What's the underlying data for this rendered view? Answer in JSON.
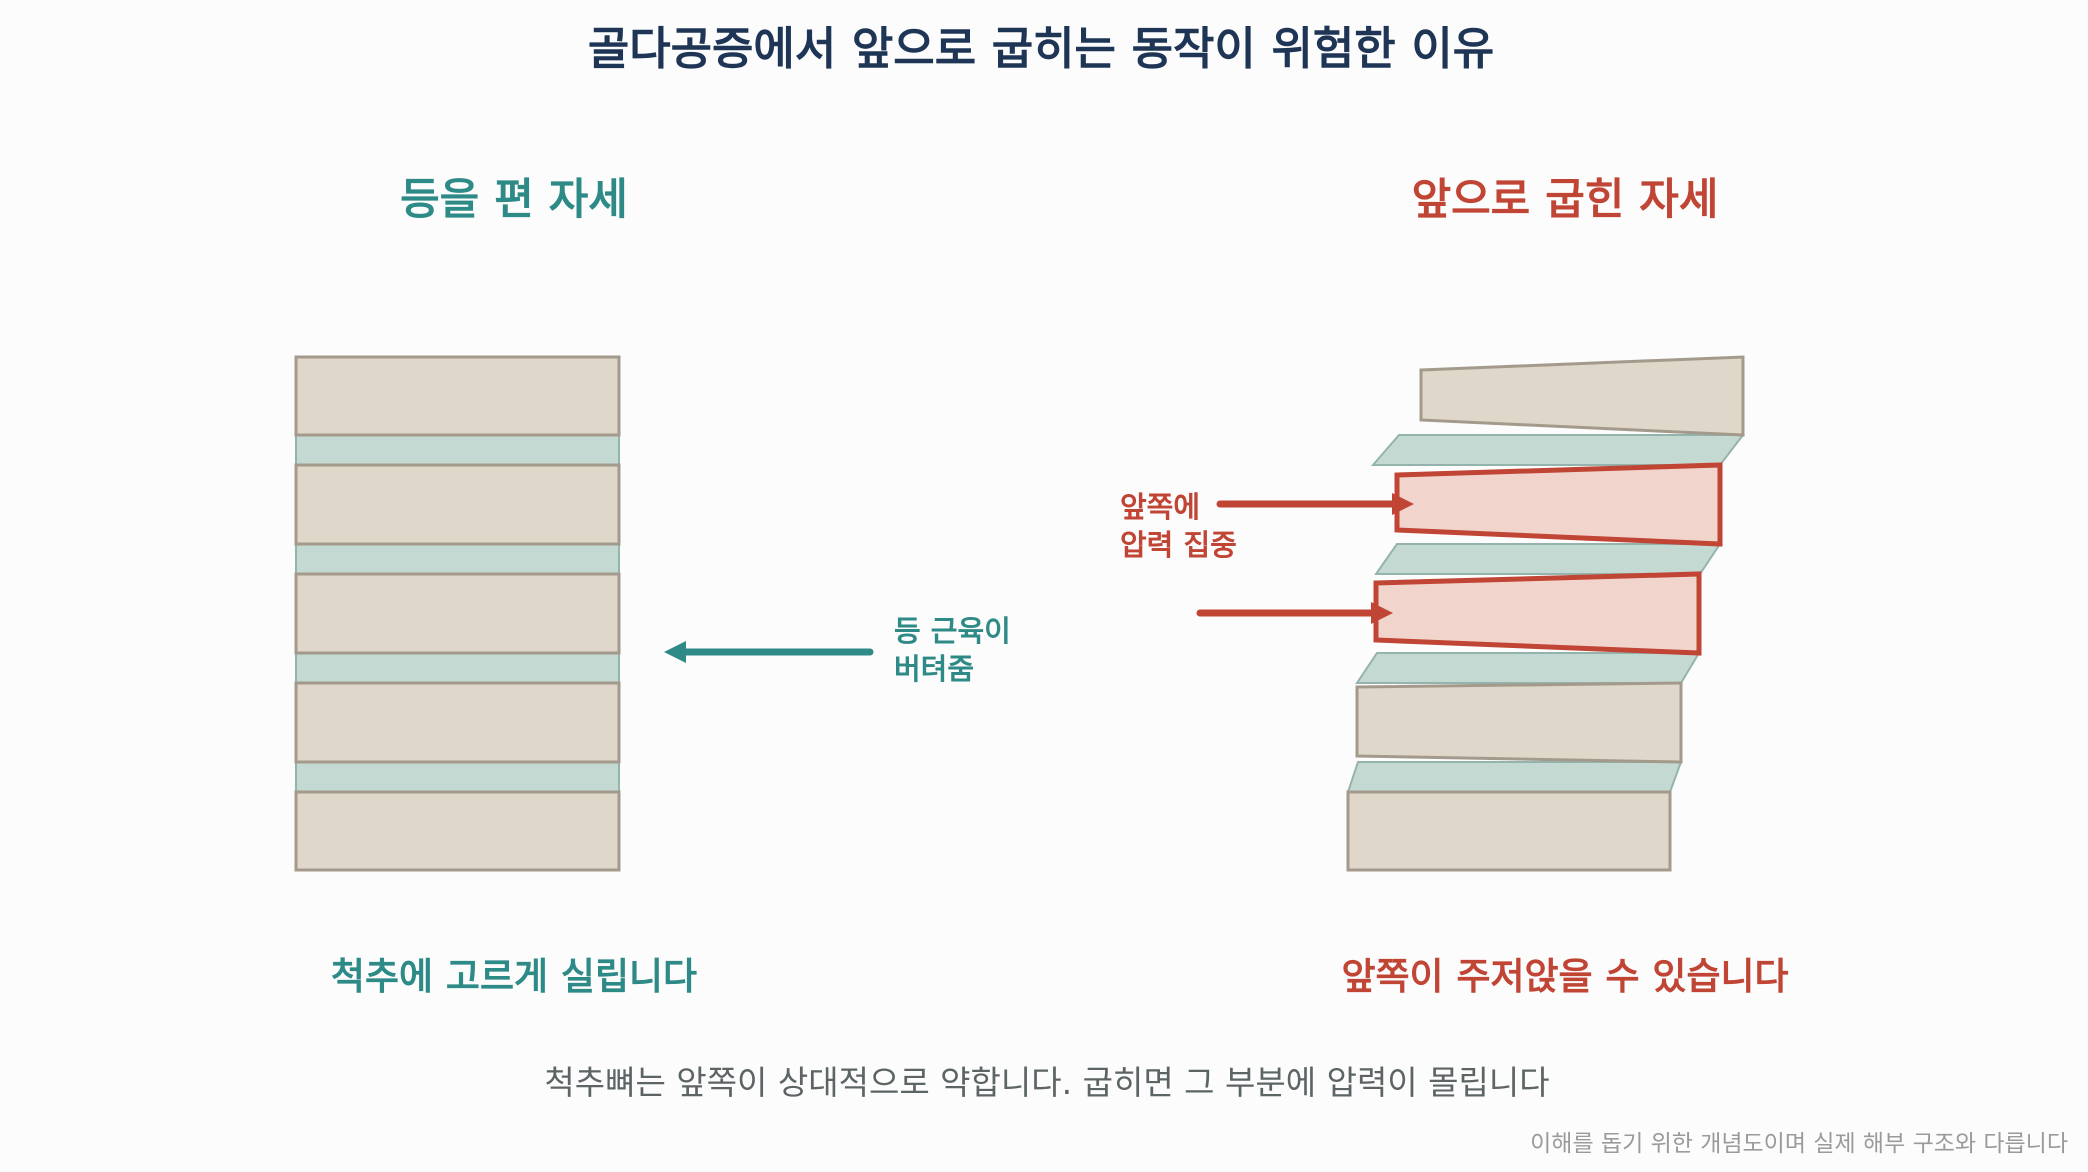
{
  "title": "골다공증에서 앞으로 굽히는 동작이 위험한 이유",
  "left_panel": {
    "heading": "등을 편 자세",
    "arrow_label_line1": "등 근육이",
    "arrow_label_line2": "버텨줌",
    "caption": "척추에 고르게 실립니다"
  },
  "right_panel": {
    "heading": "앞으로 굽힌 자세",
    "arrow_label_line1": "앞쪽에",
    "arrow_label_line2": "압력 집중",
    "caption": "앞쪽이 주저앉을 수 있습니다"
  },
  "explanation": "척추뼈는 앞쪽이 상대적으로 약합니다. 굽히면 그 부분에 압력이 몰립니다",
  "disclaimer": "이해를 돕기 위한 개념도이며 실제 해부 구조와 다릅니다",
  "colors": {
    "navy": "#1e3556",
    "teal": "#2e8a86",
    "red": "#c04535",
    "gray": "#5c6466",
    "light_gray": "#9a9a9a",
    "bone_fill": "#dfd7ca",
    "bone_stroke": "#a39a8c",
    "disc_fill": "#c5d9d3",
    "disc_stroke": "#94b3ad",
    "stressed_fill": "#f1d5cd"
  },
  "icons": {
    "left_arrow": "arrow-left-icon",
    "right_arrow": "arrow-right-icon"
  }
}
